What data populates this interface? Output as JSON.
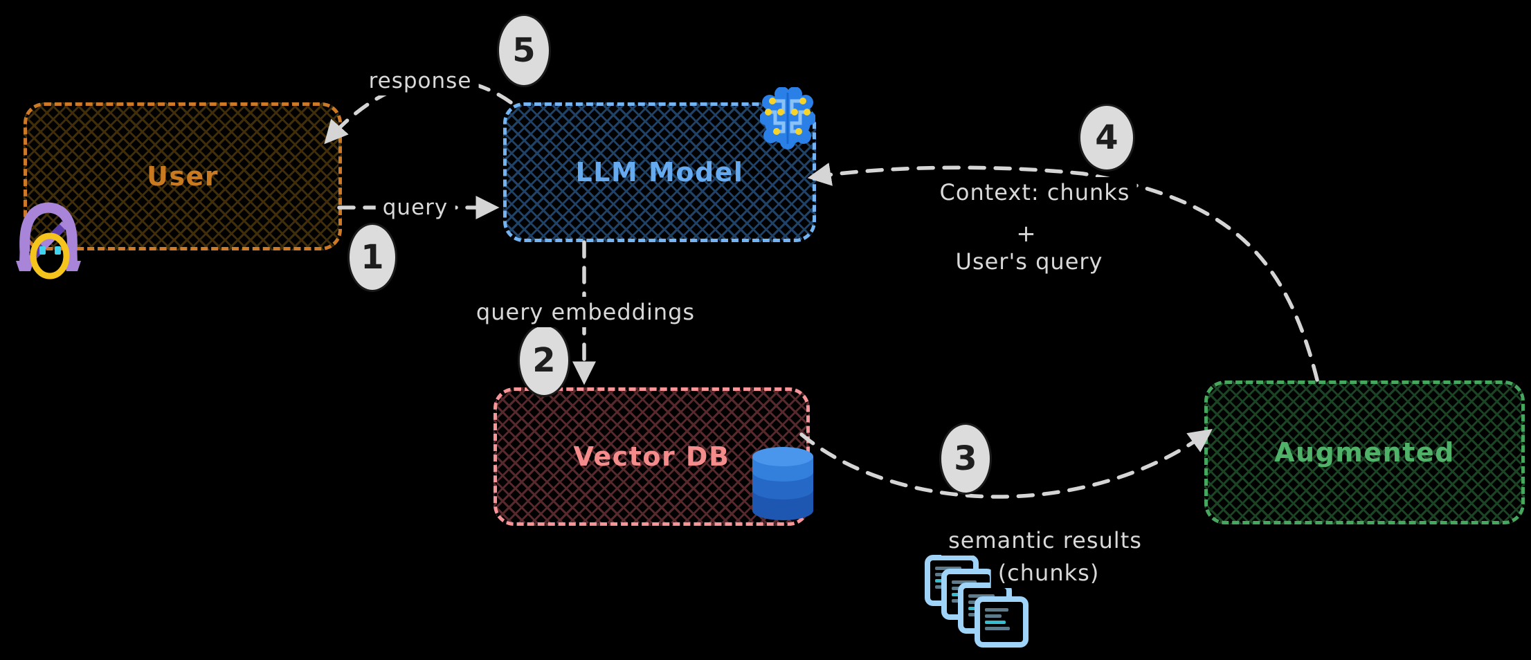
{
  "diagram": {
    "type": "rag-flow-diagram",
    "background": "#000000"
  },
  "nodes": [
    {
      "id": "user",
      "label": "User",
      "border_color": "#cd7a28",
      "text_color": "#c9791f"
    },
    {
      "id": "llm-model",
      "label": "LLM Model",
      "border_color": "#74b4f2",
      "text_color": "#66abf0"
    },
    {
      "id": "vector-db",
      "label": "Vector DB",
      "border_color": "#f79598",
      "text_color": "#f48c8c"
    },
    {
      "id": "augmented",
      "label": "Augmented",
      "border_color": "#46a85f",
      "text_color": "#50b168"
    }
  ],
  "steps": [
    {
      "n": "1"
    },
    {
      "n": "2"
    },
    {
      "n": "3"
    },
    {
      "n": "4"
    },
    {
      "n": "5"
    }
  ],
  "edges": {
    "query": {
      "label": "query",
      "from": "User",
      "to": "LLM Model"
    },
    "response": {
      "label": "response",
      "from": "LLM Model",
      "to": "User"
    },
    "query_embeddings": {
      "label": "query embeddings",
      "from": "LLM Model",
      "to": "Vector DB"
    },
    "semantic_results": {
      "line1": "semantic results",
      "line2": "(chunks)",
      "from": "Vector DB",
      "to": "Augmented"
    },
    "context": {
      "line1": "Context: chunks",
      "line2": "+",
      "line3": "User's query",
      "from": "Augmented",
      "to": "LLM Model"
    }
  },
  "icons": {
    "woman": {
      "name": "woman-user-icon",
      "hair": "#a885d8",
      "face": "#f6c51d",
      "eyes": "#3fd4ee",
      "band": "#5f3fae"
    },
    "brain": {
      "name": "ai-brain-icon",
      "body": "#2b80e8",
      "trace": "#8ac2f8",
      "dots": "#f6d42c"
    },
    "db": {
      "name": "database-icon",
      "cap": "#4a96ec",
      "upper": "#3280dc",
      "middle": "#2568c6",
      "lower": "#1d57b2"
    },
    "chunks": {
      "name": "document-chunks-icon",
      "border": "#9fd3f8",
      "line": "#5d7b8b",
      "accent": "#35bccf"
    }
  },
  "colors": {
    "arrow": "#d5d5d5",
    "edge_label_text": "#d9d9d9",
    "step_fill": "#dcdcdc",
    "step_text": "#1e1e1e"
  }
}
